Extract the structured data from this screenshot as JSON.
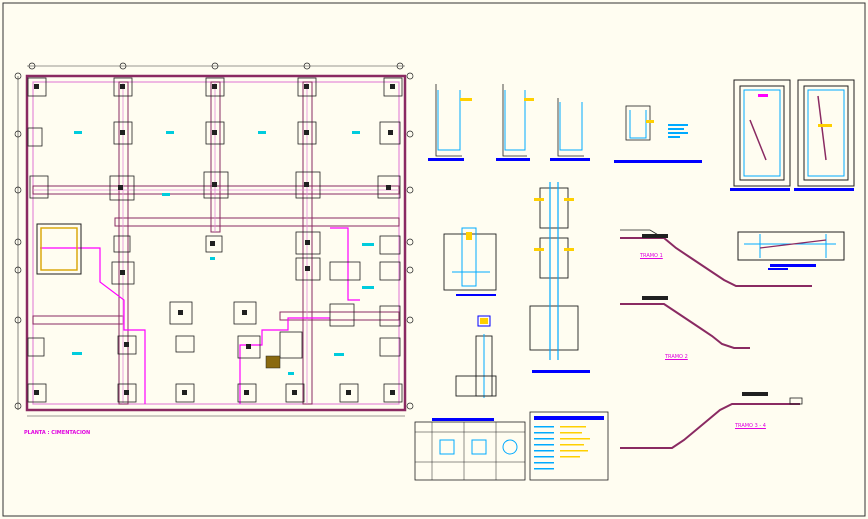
{
  "plan": {
    "title": "PLANTA : CIMENTACION",
    "grid_bubbles": [
      "",
      "",
      "",
      "",
      "",
      "",
      "",
      "",
      "",
      "",
      ""
    ]
  },
  "stairs": {
    "tramo1": "TRAMO 1",
    "tramo2": "TRAMO 2",
    "tramo3": "TRAMO 3 - 4"
  },
  "colors": {
    "background": "#fffdf1",
    "frame": "#333333",
    "walls": "#8a2a62",
    "walls_fill": "#e48ad8",
    "columns": "#202020",
    "reinforcement": "#00aaff",
    "accent_blue": "#0000ff",
    "accent_yellow": "#ffd000",
    "accent_magenta": "#ff00ff"
  }
}
